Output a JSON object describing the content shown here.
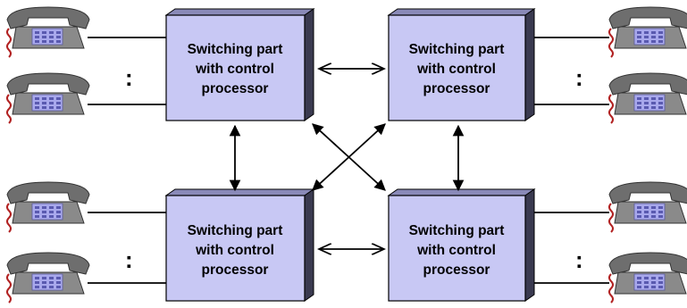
{
  "switch_boxes": [
    {
      "id": "top-left",
      "lines": [
        "Switching part",
        "with control",
        "processor"
      ]
    },
    {
      "id": "top-right",
      "lines": [
        "Switching part",
        "with control",
        "processor"
      ]
    },
    {
      "id": "bottom-left",
      "lines": [
        "Switching part",
        "with control",
        "processor"
      ]
    },
    {
      "id": "bottom-right",
      "lines": [
        "Switching part",
        "with control",
        "processor"
      ]
    }
  ],
  "ellipsis": ":",
  "colors": {
    "box_face": "#c8c8f4",
    "box_side": "#3a3a50",
    "phone_body": "#8a8a8a",
    "phone_dark": "#4a4a4a",
    "keypad": "#a8a8ec",
    "cord": "#b22222",
    "line": "#000000"
  },
  "icons": [
    "telephone-icon"
  ]
}
